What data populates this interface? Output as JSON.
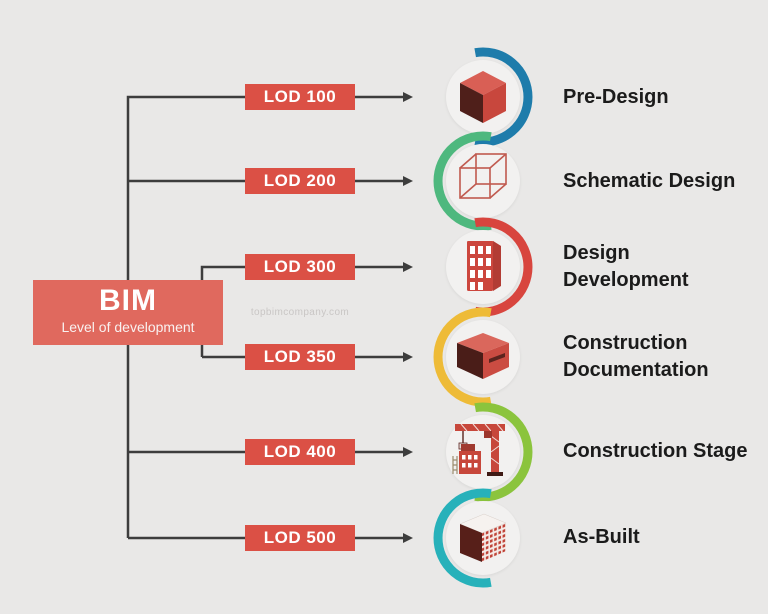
{
  "root": {
    "heading": "BIM",
    "subheading": "Level of development"
  },
  "watermark": "topbimcompany.com",
  "colors": {
    "background": "#e9e8e7",
    "bim_box": "#e0695e",
    "lod_box": "#db5045",
    "line": "#3d3d3d",
    "stage_text": "#1b1b1b",
    "watermark": "#c9c6c5"
  },
  "rows": [
    {
      "lod": "LOD 100",
      "stage": "Pre-Design",
      "icon": "solid-cube-icon",
      "arc_color": "#1e7cab",
      "arc_side": "right"
    },
    {
      "lod": "LOD 200",
      "stage": "Schematic Design",
      "icon": "wireframe-cube-icon",
      "arc_color": "#4eb87e",
      "arc_side": "left"
    },
    {
      "lod": "LOD 300",
      "stage": "Design Development",
      "icon": "building-icon",
      "arc_color": "#d8453e",
      "arc_side": "right"
    },
    {
      "lod": "LOD 350",
      "stage": "Construction Documentation",
      "icon": "container-box-icon",
      "arc_color": "#eebb37",
      "arc_side": "left"
    },
    {
      "lod": "LOD 400",
      "stage": "Construction Stage",
      "icon": "crane-icon",
      "arc_color": "#8bc43d",
      "arc_side": "right"
    },
    {
      "lod": "LOD 500",
      "stage": "As-Built",
      "icon": "textured-building-icon",
      "arc_color": "#27b1ba",
      "arc_side": "left"
    }
  ]
}
